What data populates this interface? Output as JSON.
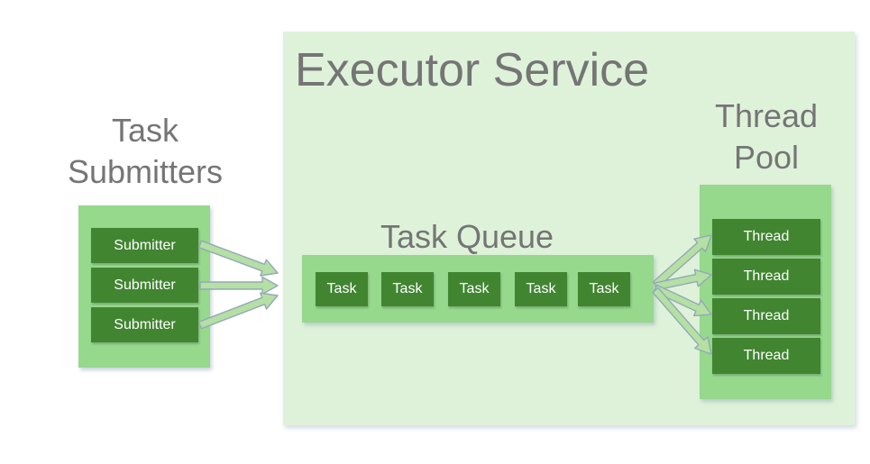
{
  "diagram": {
    "title": "Executor Service",
    "task_submitters": {
      "label_line1": "Task",
      "label_line2": "Submitters",
      "items": [
        "Submitter",
        "Submitter",
        "Submitter"
      ]
    },
    "task_queue": {
      "label": "Task Queue",
      "items": [
        "Task",
        "Task",
        "Task",
        "Task",
        "Task"
      ]
    },
    "thread_pool": {
      "label_line1": "Thread",
      "label_line2": "Pool",
      "items": [
        "Thread",
        "Thread",
        "Thread",
        "Thread"
      ]
    },
    "colors": {
      "executor_background": "#def2da",
      "panel_green": "#96d88c",
      "box_dark_green": "#418531",
      "label_gray": "#757575",
      "box_text_white": "#ffffff",
      "arrow_fill": "#b4e0a3",
      "arrow_outline": "#94a8b8"
    }
  }
}
